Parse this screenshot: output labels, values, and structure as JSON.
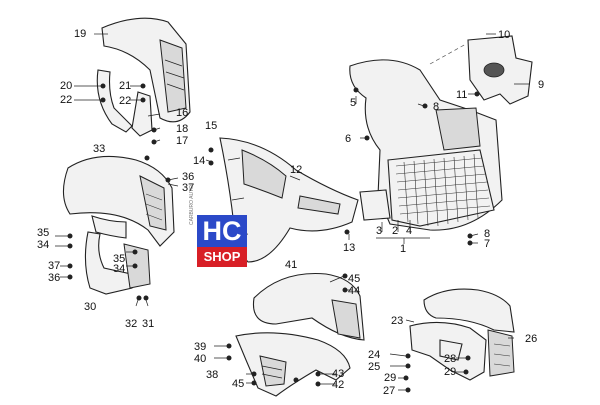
{
  "logo": {
    "line1": "HC",
    "line2": "SHOP",
    "side_text": "CARBURO AUTO"
  },
  "callouts": {
    "n1": "1",
    "n2": "2",
    "n3": "3",
    "n4": "4",
    "n5": "5",
    "n6": "6",
    "n7": "7",
    "n8": "8",
    "n8b": "8",
    "n9": "9",
    "n10": "10",
    "n11": "11",
    "n12": "12",
    "n13": "13",
    "n14": "14",
    "n15": "15",
    "n16": "16",
    "n17": "17",
    "n18": "18",
    "n19": "19",
    "n20": "20",
    "n21": "21",
    "n22": "22",
    "n22b": "22",
    "n23": "23",
    "n24": "24",
    "n25": "25",
    "n26": "26",
    "n27": "27",
    "n28": "28",
    "n29": "29",
    "n29b": "29",
    "n30": "30",
    "n31": "31",
    "n32": "32",
    "n33": "33",
    "n34": "34",
    "n34b": "34",
    "n35": "35",
    "n35b": "35",
    "n36": "36",
    "n36b": "36",
    "n37": "37",
    "n37b": "37",
    "n38": "38",
    "n39": "39",
    "n40": "40",
    "n41": "41",
    "n42": "42",
    "n43": "43",
    "n44": "44",
    "n45": "45",
    "n45b": "45"
  }
}
